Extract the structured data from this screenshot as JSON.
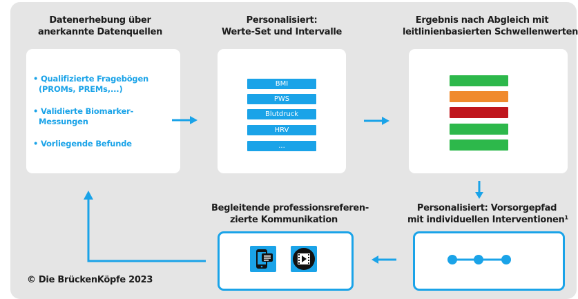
{
  "col1": {
    "heading_lines": [
      "Datenerhebung über",
      "anerkannte Datenquellen"
    ],
    "items": [
      {
        "line1": "• Qualifizierte Fragebögen",
        "line2": "(PROMs, PREMs,...)"
      },
      {
        "line1": "• Validierte Biomarker-",
        "line2": "Messungen"
      },
      {
        "line1": "• Vorliegende Befunde",
        "line2": ""
      }
    ]
  },
  "col2": {
    "heading_lines": [
      "Personalisiert:",
      "Werte-Set und Intervalle"
    ],
    "values": [
      "BMI",
      "PWS",
      "Blutdruck",
      "HRV",
      "..."
    ]
  },
  "col3": {
    "heading_lines": [
      "Ergebnis nach Abgleich mit",
      "leitlinienbasierten Schwellenwerten"
    ],
    "result_colors": [
      "#2db84b",
      "#f08a2e",
      "#c0161d",
      "#2db84b",
      "#2db84b"
    ]
  },
  "path": {
    "heading_lines": [
      "Personalisiert: Vorsorgepfad",
      "mit individuellen Interventionen¹"
    ]
  },
  "communication": {
    "heading_lines": [
      "Begleitende professionsreferen-",
      "zierte Kommunikation"
    ],
    "icons": [
      "smartphone-message-icon",
      "video-play-icon"
    ]
  },
  "copyright": "© Die BrückenKöpfe 2023",
  "colors": {
    "accent": "#1aa3e8",
    "panel": "#e5e5e5",
    "heading": "#1c1c1c"
  }
}
